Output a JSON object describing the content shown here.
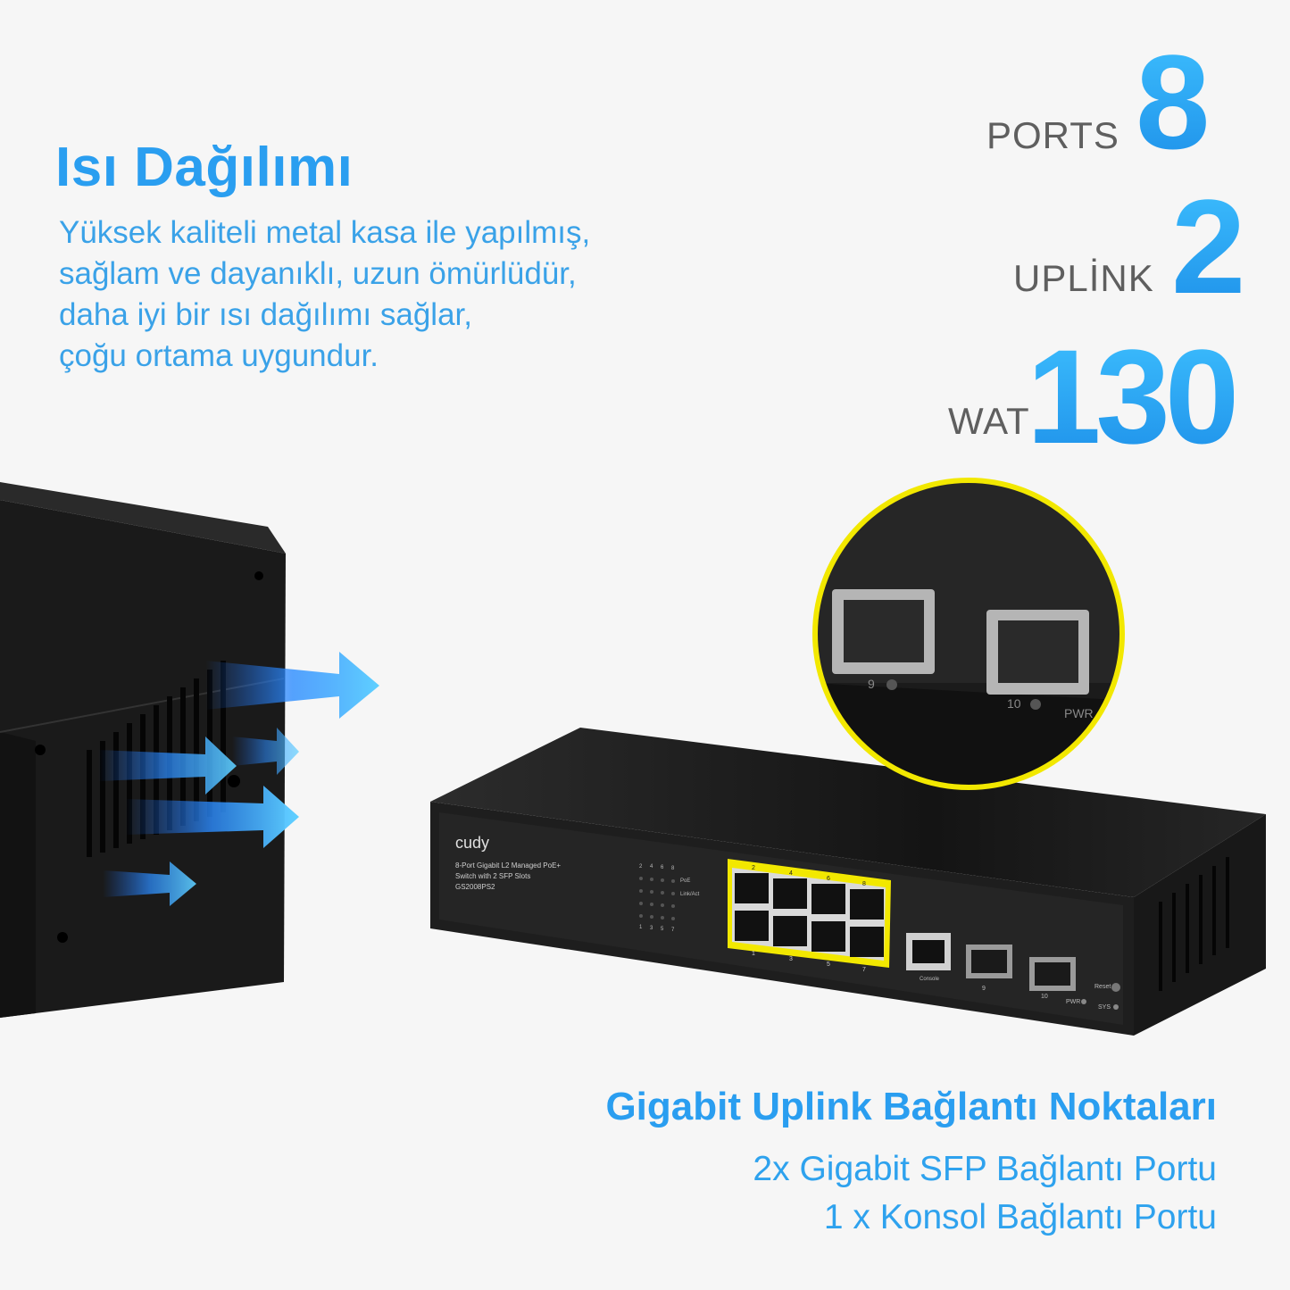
{
  "heat": {
    "title": "Isı Dağılımı",
    "lines": [
      "Yüksek kaliteli metal kasa ile yapılmış,",
      "sağlam ve dayanıklı, uzun ömürlüdür,",
      "daha iyi bir ısı dağılımı sağlar,",
      "çoğu ortama uygundur."
    ]
  },
  "stats": [
    {
      "label": "PORTS",
      "value": "8"
    },
    {
      "label": "UPLİNK",
      "value": "2"
    },
    {
      "label": "WAT",
      "value": "130"
    }
  ],
  "uplink": {
    "title": "Gigabit Uplink Bağlantı Noktaları",
    "lines": [
      "2x Gigabit SFP Bağlantı Portu",
      "1 x Konsol Bağlantı Portu"
    ]
  },
  "device": {
    "brand": "cudy",
    "desc_lines": [
      "8-Port Gigabit L2 Managed PoE+",
      "Switch with 2 SFP Slots",
      "GS2008PS2"
    ],
    "led_top_numbers": [
      "2",
      "4",
      "6",
      "8"
    ],
    "led_bottom_numbers": [
      "1",
      "3",
      "5",
      "7"
    ],
    "led_labels": [
      "PoE",
      "Link/Act"
    ],
    "port_top_numbers": [
      "2",
      "4",
      "6",
      "8"
    ],
    "port_bottom_numbers": [
      "1",
      "3",
      "5",
      "7"
    ],
    "console_label": "Console",
    "sfp_labels": [
      "9",
      "10"
    ],
    "status_labels": [
      "PWR",
      "Reset",
      "SYS"
    ],
    "zoom_labels": [
      "9",
      "10",
      "PWR"
    ]
  },
  "colors": {
    "accent": "#2a9ef0",
    "zoom_ring": "#f2e800",
    "port_highlight": "#f2e800"
  }
}
